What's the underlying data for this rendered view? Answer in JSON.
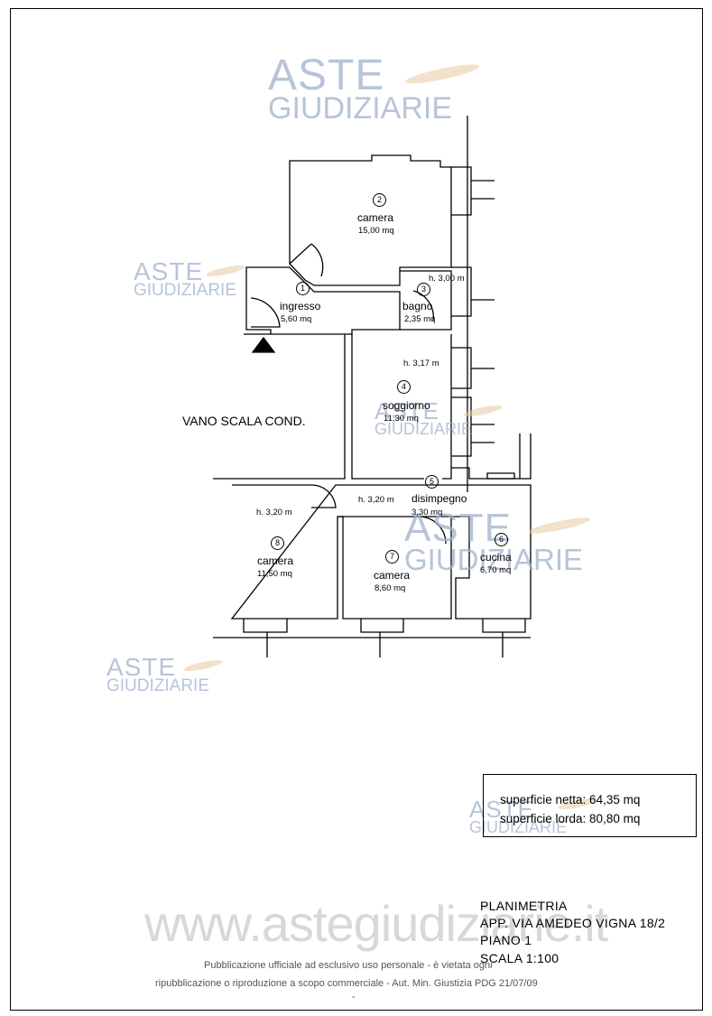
{
  "watermark": {
    "line1": "ASTE",
    "line2": "GIUDIZIARIE",
    "site": "www.astegiudiziarie.it"
  },
  "stairs_label": "VANO SCALA COND.",
  "rooms": [
    {
      "num": "1",
      "name": "ingresso",
      "area": "5,60 mq"
    },
    {
      "num": "2",
      "name": "camera",
      "area": "15,00 mq"
    },
    {
      "num": "3",
      "name": "bagno",
      "area": "2,35 mq"
    },
    {
      "num": "4",
      "name": "soggiorno",
      "area": "11,30 mq"
    },
    {
      "num": "5",
      "name": "disimpegno",
      "area": "3,30 mq"
    },
    {
      "num": "6",
      "name": "cucina",
      "area": "6,70 mq"
    },
    {
      "num": "7",
      "name": "camera",
      "area": "8,60 mq"
    },
    {
      "num": "8",
      "name": "camera",
      "area": "11,50 mq"
    }
  ],
  "heights": {
    "bagno": "h. 3,00 m",
    "soggiorno": "h. 3,17 m",
    "disimpegno": "h. 3,20 m",
    "camera8": "h. 3,20 m"
  },
  "summary": {
    "netta": "superficie netta: 64,35 mq",
    "lorda": "superficie lorda: 80,80 mq"
  },
  "title_block": {
    "line1": "PLANIMETRIA",
    "line2": "APP. VIA AMEDEO VIGNA 18/2",
    "line3": "PIANO 1",
    "line4": "SCALA 1:100"
  },
  "footer": {
    "line1": "Pubblicazione ufficiale ad esclusivo uso personale - è vietata ogni",
    "line2": "ripubblicazione o riproduzione a scopo commerciale - Aut. Min. Giustizia PDG 21/07/09",
    "dash": "-"
  }
}
